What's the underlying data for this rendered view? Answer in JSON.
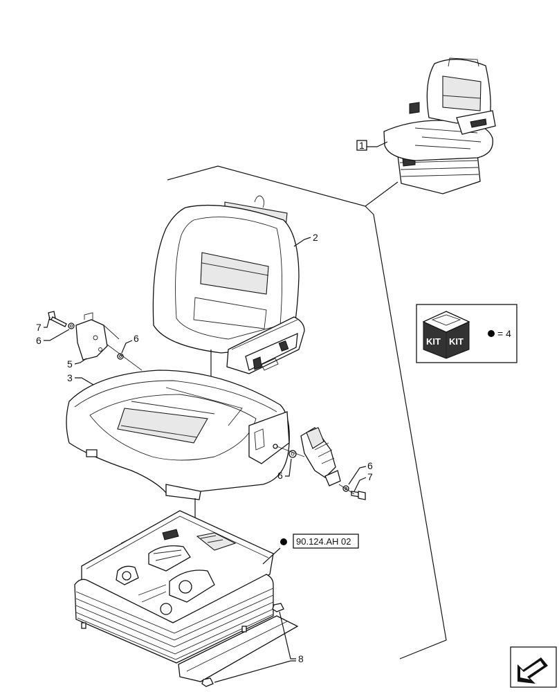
{
  "callouts": {
    "c1": "1",
    "c2": "2",
    "c3": "3",
    "c5": "5",
    "c6a": "6",
    "c6b": "6",
    "c6c": "6",
    "c6d": "6",
    "c7a": "7",
    "c7b": "7",
    "c8": "8"
  },
  "reference": {
    "label": "90.124.AH 02"
  },
  "kit_box": {
    "kit_left": "KIT",
    "kit_right": "KIT",
    "equals": "= 4"
  },
  "colors": {
    "line": "#111111",
    "background": "#ffffff",
    "bullet": "#000000"
  },
  "icons": [
    "bullet-dot-icon",
    "next-page-arrow-icon"
  ]
}
